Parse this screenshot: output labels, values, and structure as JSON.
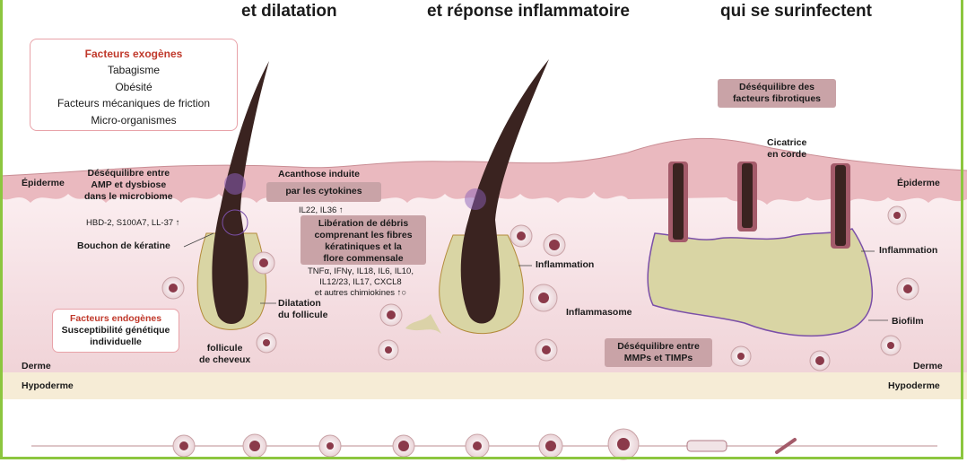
{
  "titles": {
    "col1": "et dilatation",
    "col2": "et réponse inflammatoire",
    "col3": "qui se surinfectent"
  },
  "exogenous": {
    "heading": "Facteurs exogènes",
    "items": [
      "Tabagisme",
      "Obésité",
      "Facteurs mécaniques de friction",
      "Micro-organismes"
    ]
  },
  "endogenous": {
    "heading": "Facteurs endogènes",
    "lines": [
      "Susceptibilité génétique",
      "individuelle"
    ]
  },
  "layers": {
    "epidermis_left": "Épiderme",
    "epidermis_right": "Épiderme",
    "dermis_left": "Derme",
    "dermis_right": "Derme",
    "hypodermis_left": "Hypoderme",
    "hypodermis_right": "Hypoderme"
  },
  "panel1": {
    "imbalance": [
      "Déséquilibre entre",
      "AMP et dysbiose",
      "dans le microbiome"
    ],
    "peptides": "HBD-2, S100A7, LL-37 ↑",
    "plug": "Bouchon de kératine",
    "follicle": [
      "follicule",
      "de cheveux"
    ],
    "dilation": [
      "Dilatation",
      "du follicule"
    ]
  },
  "middle": {
    "acanthosis": [
      "Acanthose induite",
      "par les cytokines"
    ],
    "interleukins": "IL22, IL36 ↑",
    "debris": [
      "Libération de débris",
      "comprenant les fibres",
      "kératiniques et la",
      "flore commensale"
    ],
    "cytokines1": "TNFα, IFNγ, IL18, IL6, IL10,",
    "cytokines2": "IL12/23, IL17, CXCL8",
    "cytokines3": "et autres chimiokines ↑○"
  },
  "panel2": {
    "inflammation": "Inflammation",
    "inflammasome": "Inflammasome",
    "mmp": [
      "Déséquilibre entre",
      "MMPs et TIMPs"
    ]
  },
  "panel3": {
    "fibrotic": [
      "Déséquilibre des",
      "facteurs fibrotiques"
    ],
    "scar": [
      "Cicatrice",
      "en corde"
    ],
    "inflammation": "Inflammation",
    "biofilm": "Biofilm"
  },
  "colors": {
    "border": "#8cc63f",
    "epidermis": "#e8b9bd",
    "dermis": "#f6dfe2",
    "hypodermis": "#f5ebd3",
    "hair": "#3a2320",
    "sebum": "#d9d5a4",
    "label_box": "#c9a3a7",
    "heading_red": "#c0392b"
  }
}
